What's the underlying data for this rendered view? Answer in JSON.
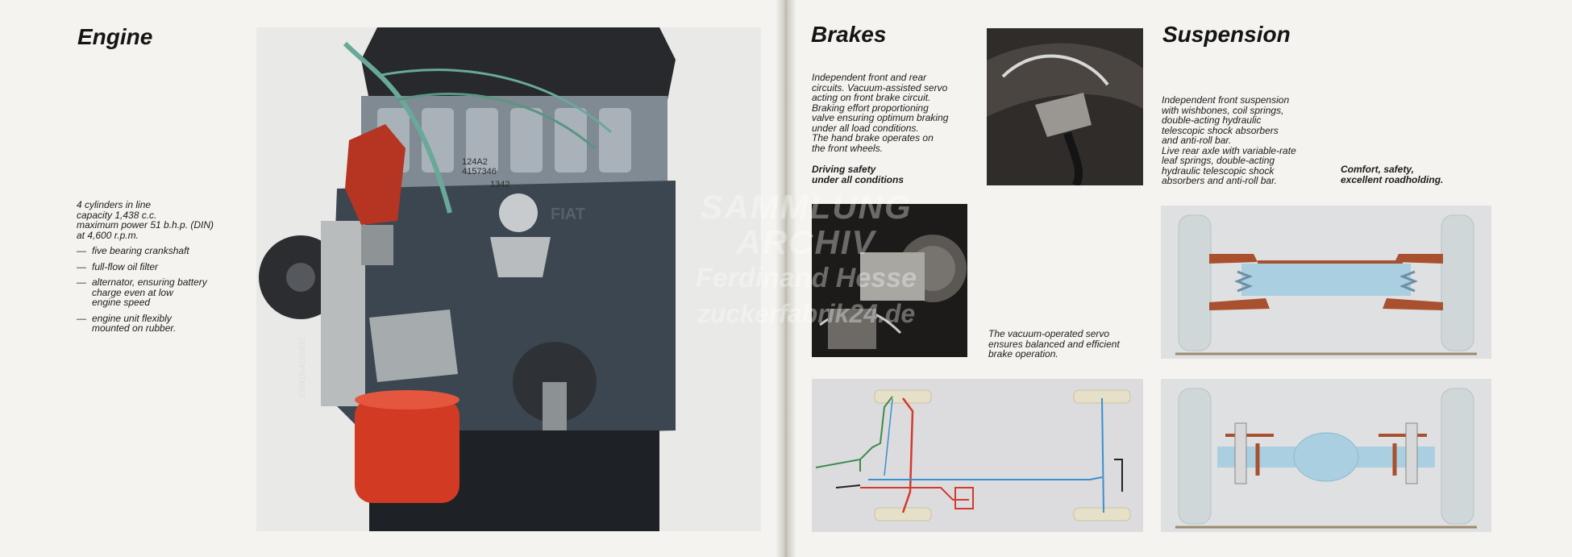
{
  "engine": {
    "title": "Engine",
    "specs": "4 cylinders in line\ncapacity 1,438 c.c.\nmaximum power 51 b.h.p. (DIN)\nat 4,600 r.p.m.",
    "bullets": [
      {
        "dash": "—",
        "text": "five bearing crankshaft"
      },
      {
        "dash": "—",
        "text": "full-flow oil filter"
      },
      {
        "dash": "—",
        "text": "alternator, ensuring battery\ncharge even at low\nengine speed"
      },
      {
        "dash": "—",
        "text": "engine unit flexibly\nmounted on rubber."
      }
    ],
    "photo_stamps": {
      "block_code": "124A2\n4157346",
      "plate": "1342",
      "maker": "FIAT",
      "pulley_code": "230415·4156931"
    }
  },
  "brakes": {
    "title": "Brakes",
    "description": "Independent front and rear\ncircuits. Vacuum-assisted servo\nacting on front brake circuit.\nBraking effort proportioning\nvalve ensuring optimum braking\nunder all load conditions.\nThe hand brake operates on\nthe front wheels.",
    "tagline": "Driving safety\nunder all conditions",
    "servo_caption": "The vacuum-operated servo\nensures balanced and efficient\nbrake operation."
  },
  "suspension": {
    "title": "Suspension",
    "description": "Independent front suspension\nwith wishbones, coil springs,\ndouble-acting hydraulic\ntelescopic shock absorbers\nand anti-roll bar.\nLive rear axle with variable-rate\nleaf springs, double-acting\nhydraulic telescopic shock\nabsorbers and anti-roll bar.",
    "tagline": "Comfort, safety,\nexcellent roadholding."
  },
  "watermark": {
    "line1": "SAMMLUNG",
    "line2": "ARCHIV",
    "line3": "Ferdinand Hesse",
    "line4": "zuckerfabrik24.de"
  },
  "colors": {
    "page": "#f4f3ef",
    "engine_block": "#3c4650",
    "distributor_red": "#b53422",
    "oil_filter_red": "#d23a24",
    "hose_green": "#6aa898",
    "diagram_bg": "#dcdcde",
    "brake_front_red": "#d23a2e",
    "brake_rear_blue": "#3a8fcf",
    "brake_green": "#3e8a4a",
    "suspension_blue": "#a9cfe0",
    "suspension_rust": "#a9502f"
  }
}
